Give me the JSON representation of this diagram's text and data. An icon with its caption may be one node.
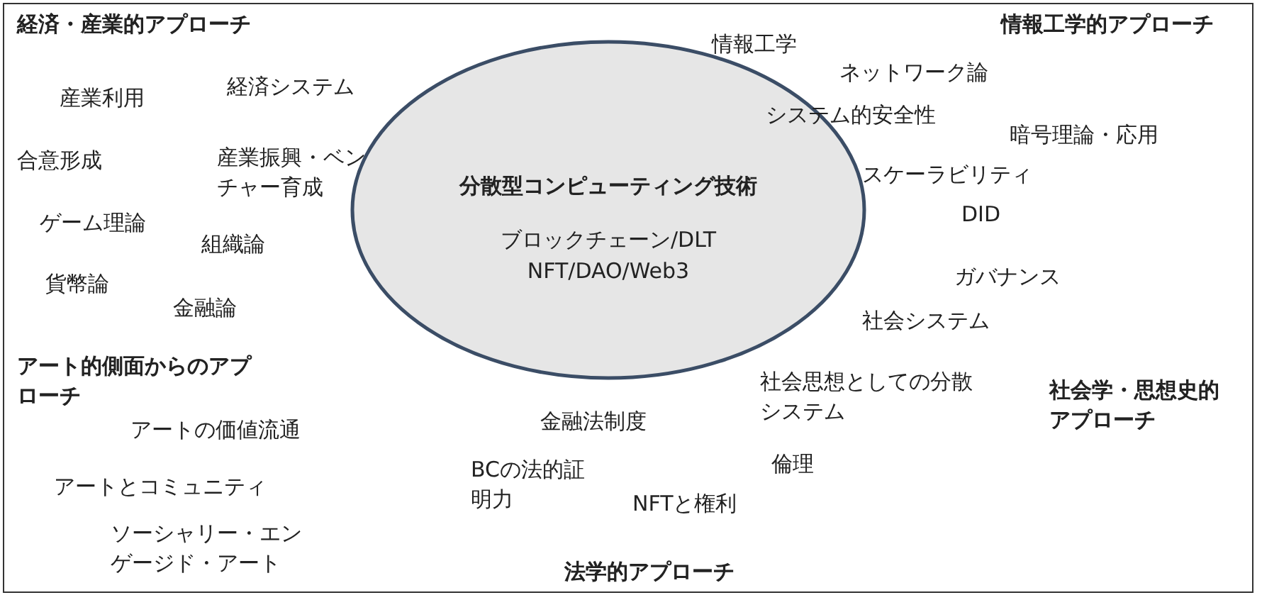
{
  "diagram": {
    "nodes": [
      {
        "text": [
          "分散型コンピューティング技術",
          "ブロックチェーン/DLT",
          "NFT/DAO/Web3"
        ]
      }
    ],
    "labels": [
      "経済・産業的アプローチ",
      "情報工学的アプローチ",
      "情報工学",
      "ネットワーク論",
      "産業利用",
      "経済システム",
      "システム的安全性",
      "暗号理論・応用",
      "合意形成",
      "産業振興・ベンチャー育成",
      "スケーラビリティ",
      "ゲーム理論",
      "DID",
      "組織論",
      "貨幣論",
      "ガバナンス",
      "金融論",
      "社会システム",
      "アート的側面からのアプローチ",
      "社会思想としての分散システム",
      "社会学・思想史的アプローチ",
      "アートの価値流通",
      "金融法制度",
      "BCの法的証明力",
      "倫理",
      "アートとコミュニティ",
      "NFTと権利",
      "ソーシャリー・エンゲージド・アート",
      "法学的アプローチ"
    ]
  }
}
